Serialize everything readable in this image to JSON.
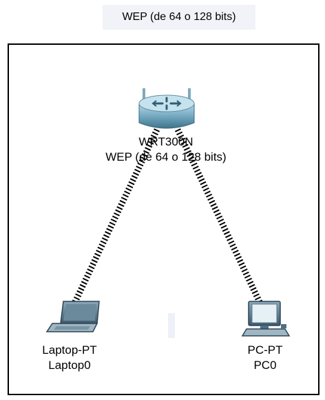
{
  "header": {
    "title": "WEP (de 64 o 128 bits)"
  },
  "devices": {
    "router": {
      "model": "WRT300N",
      "name": "WEP (de 64 o 128 bits)",
      "icon": "wireless-router-icon"
    },
    "laptop": {
      "model": "Laptop-PT",
      "name": "Laptop0",
      "icon": "laptop-icon"
    },
    "pc": {
      "model": "PC-PT",
      "name": "PC0",
      "icon": "desktop-pc-icon"
    }
  },
  "links": [
    {
      "from": "router",
      "to": "laptop",
      "type": "wireless"
    },
    {
      "from": "router",
      "to": "pc",
      "type": "wireless"
    }
  ],
  "colors": {
    "router_body": "#7fb3c8",
    "device_body": "#4f6f82",
    "screen": "#e6f1f6",
    "link": "#000000"
  }
}
